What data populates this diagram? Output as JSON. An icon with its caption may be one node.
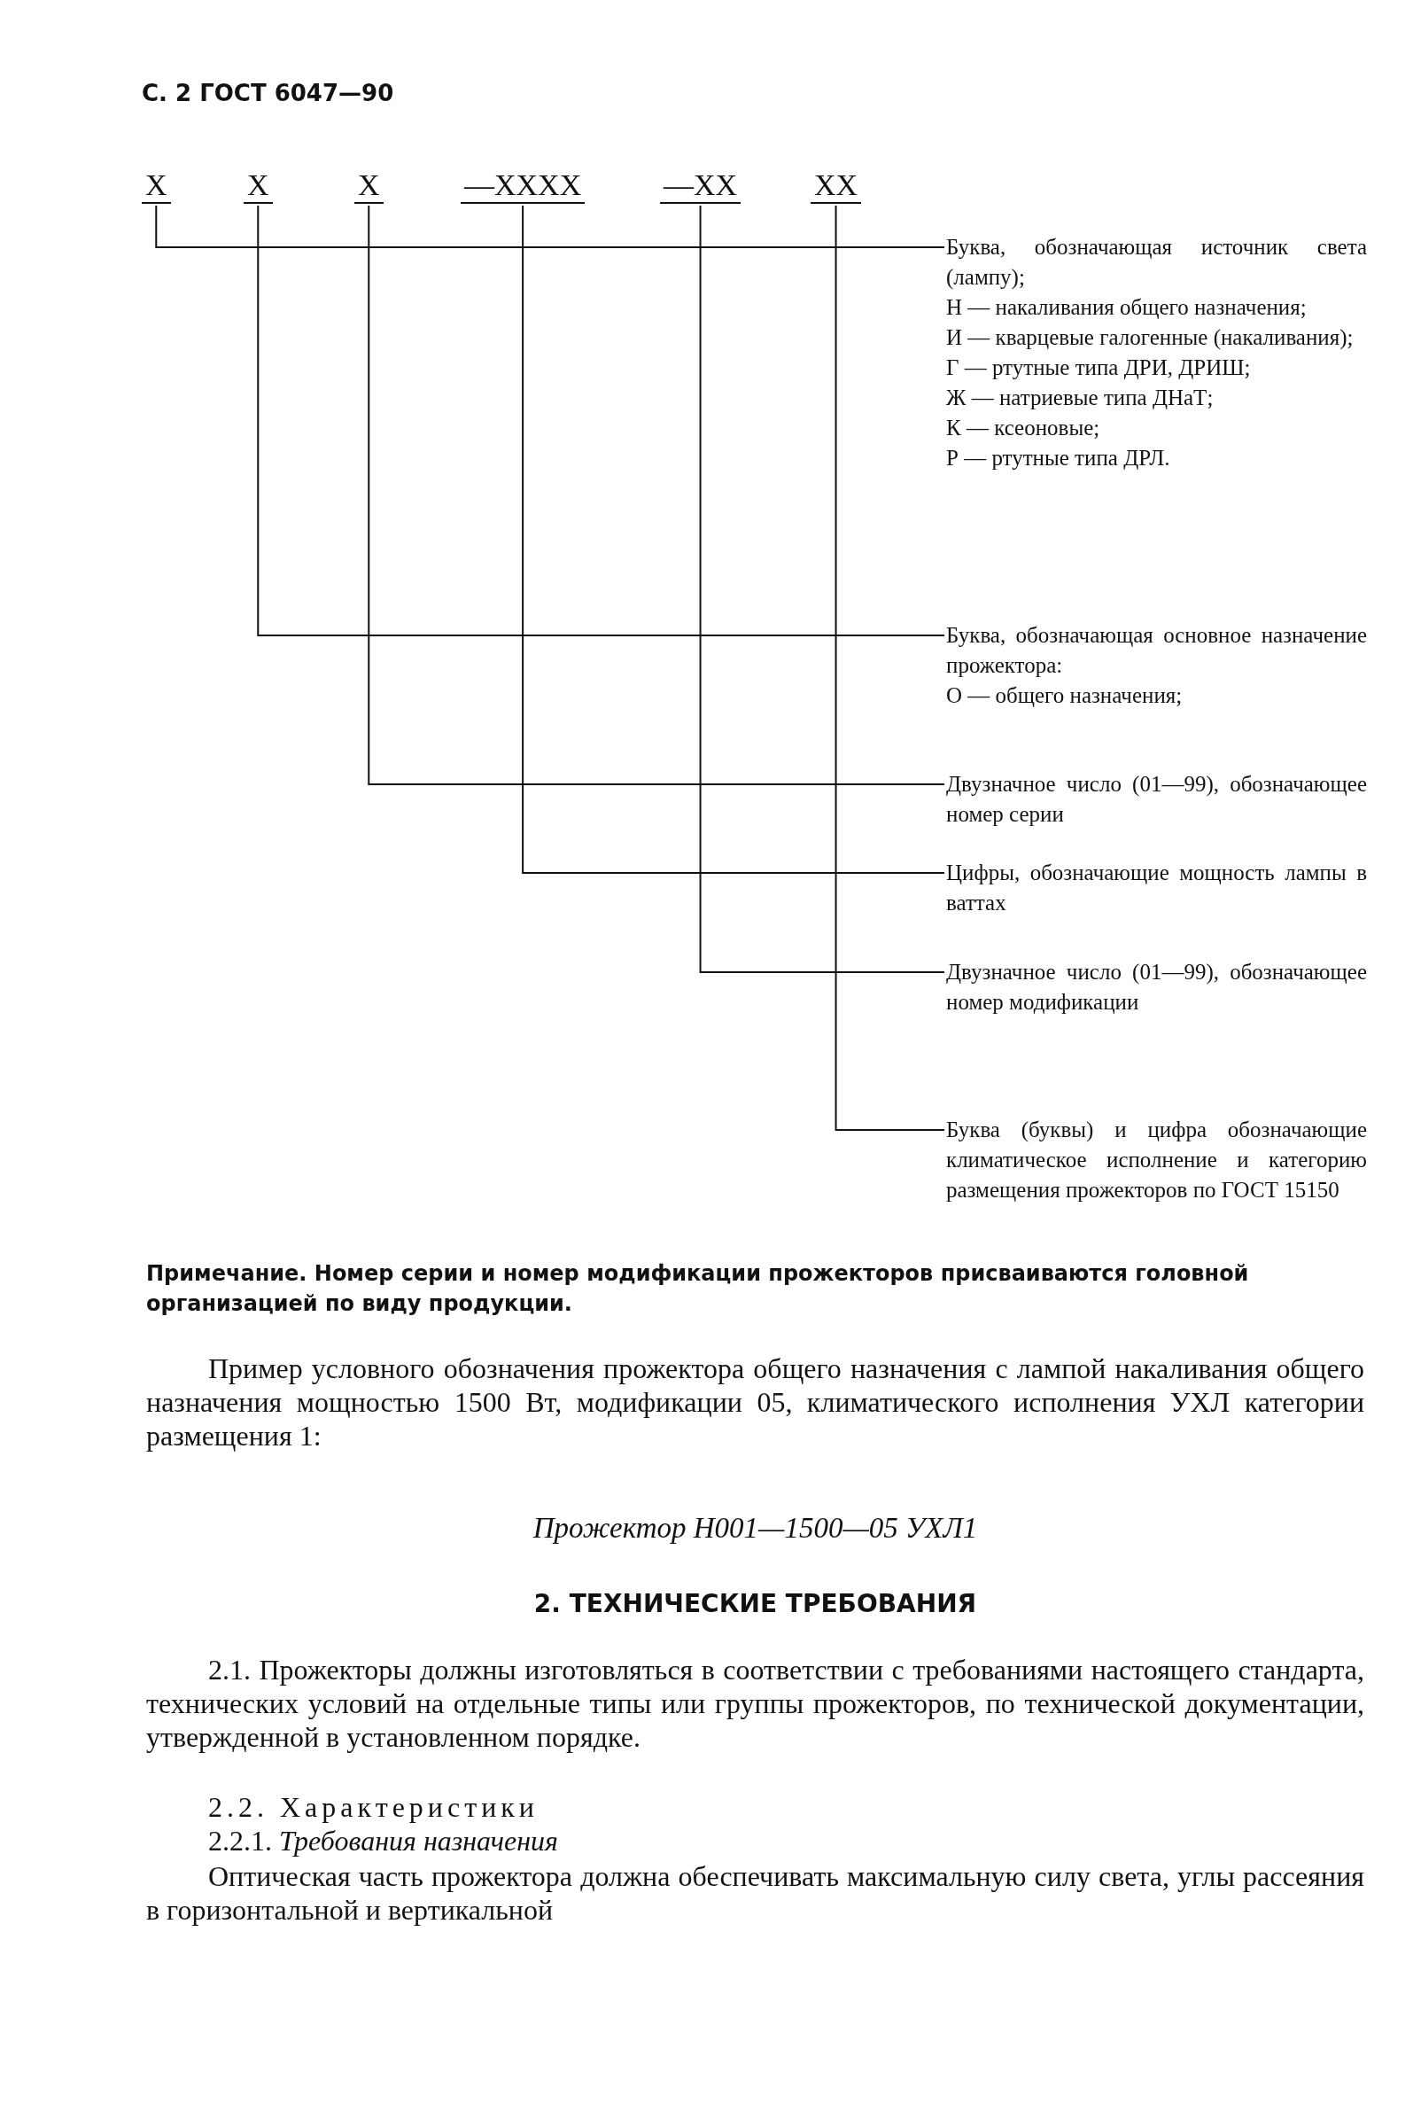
{
  "diagram": {
    "title": "С. 2 ГОСТ 6047—90",
    "nodes": [
      {
        "text": [
          "Х"
        ]
      },
      {
        "text": [
          "Х"
        ]
      },
      {
        "text": [
          "Х"
        ]
      },
      {
        "text": [
          "—ХХХХ"
        ]
      },
      {
        "text": [
          "—ХХ"
        ]
      },
      {
        "text": [
          "ХХ"
        ]
      },
      {
        "text": [
          "Буква, обозначающая источник света (лампу);",
          "Н — накаливания общего назначения;",
          "И — кварцевые галогенные (накаливания);",
          "Г — ртутные типа ДРИ, ДРИШ;",
          "Ж — натриевые типа ДНаТ;",
          "К — ксеоновые;",
          "Р — ртутные типа ДРЛ."
        ]
      },
      {
        "text": [
          "Буква, обозначающая основное назначение прожектора:",
          "О — общего назначения;"
        ]
      },
      {
        "text": [
          "Двузначное число (01—99), обозначающее номер серии"
        ]
      },
      {
        "text": [
          "Цифры, обозначающие мощность лампы в ваттах"
        ]
      },
      {
        "text": [
          "Двузначное число (01—99), обозначающее номер модификации"
        ]
      },
      {
        "text": [
          "Буква (буквы) и цифра обозначающие климатическое исполнение и категорию размещения прожекторов по ГОСТ 15150"
        ]
      }
    ],
    "edges": [
      {
        "from": 0,
        "to": 6,
        "arrow": "none"
      },
      {
        "from": 1,
        "to": 7,
        "arrow": "none"
      },
      {
        "from": 2,
        "to": 8,
        "arrow": "none"
      },
      {
        "from": 3,
        "to": 9,
        "arrow": "none"
      },
      {
        "from": 4,
        "to": 10,
        "arrow": "none"
      },
      {
        "from": 5,
        "to": 11,
        "arrow": "none"
      }
    ],
    "labels": [
      "Примечание. Номер серии и номер модификации прожекторов присваиваются головной организацией по виду продукции.",
      "Пример условного обозначения прожектора общего назначения с лампой накаливания общего назначения мощностью 1500 Вт, модификации 05, климатического исполнения УХЛ категории размещения 1:",
      "Прожектор Н001—1500—05 УХЛ1",
      "2. ТЕХНИЧЕСКИЕ ТРЕБОВАНИЯ",
      "2.1. Прожекторы должны изготовляться в соответствии с требованиями настоящего стандарта, технических условий на отдельные типы или группы прожекторов, по технической документации, утвержденной в установленном порядке.",
      "2.2. Характеристики",
      "2.2.1. *Требования назначения*",
      "Оптическая часть прожектора должна обеспечивать максимальную силу света, углы рассеяния в горизонтальной и вертикальной"
    ]
  }
}
